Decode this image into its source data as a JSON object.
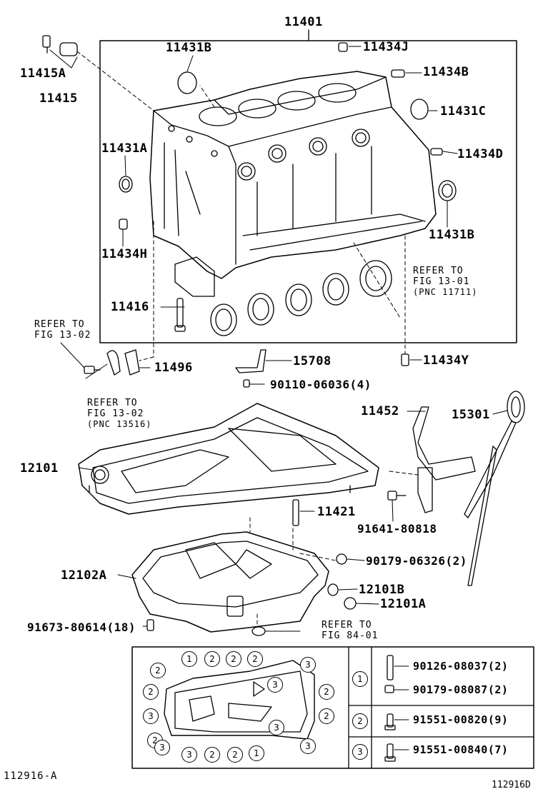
{
  "labels": {
    "block_assy": "11401",
    "plug_11431b_top": "11431B",
    "plug_11434j": "11434J",
    "plug_11434b": "11434B",
    "sensor_11415a": "11415A",
    "sensor_11415": "11415",
    "plug_11431c": "11431C",
    "plug_11431a": "11431A",
    "plug_11434d": "11434D",
    "plug_11431b_right": "11431B",
    "plug_11434h": "11434H",
    "bolt_11416": "11416",
    "pin_11434y": "11434Y",
    "gasket_11496": "11496",
    "pipe_15708": "15708",
    "bolt_90110": "90110-06036(4)",
    "oil_pipe_11452": "11452",
    "dipstick_15301": "15301",
    "pan_12101": "12101",
    "stud_11421": "11421",
    "bolt_91641": "91641-80818",
    "nut_90179_06326": "90179-06326(2)",
    "pan_12102a": "12102A",
    "gasket_12101b": "12101B",
    "drain_12101a": "12101A",
    "bolt_91673": "91673-80614(18)"
  },
  "refs": {
    "fig_13_01": [
      "REFER TO",
      "FIG 13-01",
      "(PNC 11711)"
    ],
    "fig_13_02_a": [
      "REFER TO",
      "FIG 13-02"
    ],
    "fig_13_02_b": [
      "REFER TO",
      "FIG 13-02",
      "(PNC 13516)"
    ],
    "fig_84_01": [
      "REFER TO",
      "FIG 84-01"
    ]
  },
  "legend": {
    "rows": [
      {
        "key": "1",
        "parts": [
          "90126-08037(2)",
          "90179-08087(2)"
        ]
      },
      {
        "key": "2",
        "parts": [
          "91551-00820(9)"
        ]
      },
      {
        "key": "3",
        "parts": [
          "91551-00840(7)"
        ]
      }
    ]
  },
  "footer": {
    "left": "112916-A",
    "right": "112916D"
  }
}
